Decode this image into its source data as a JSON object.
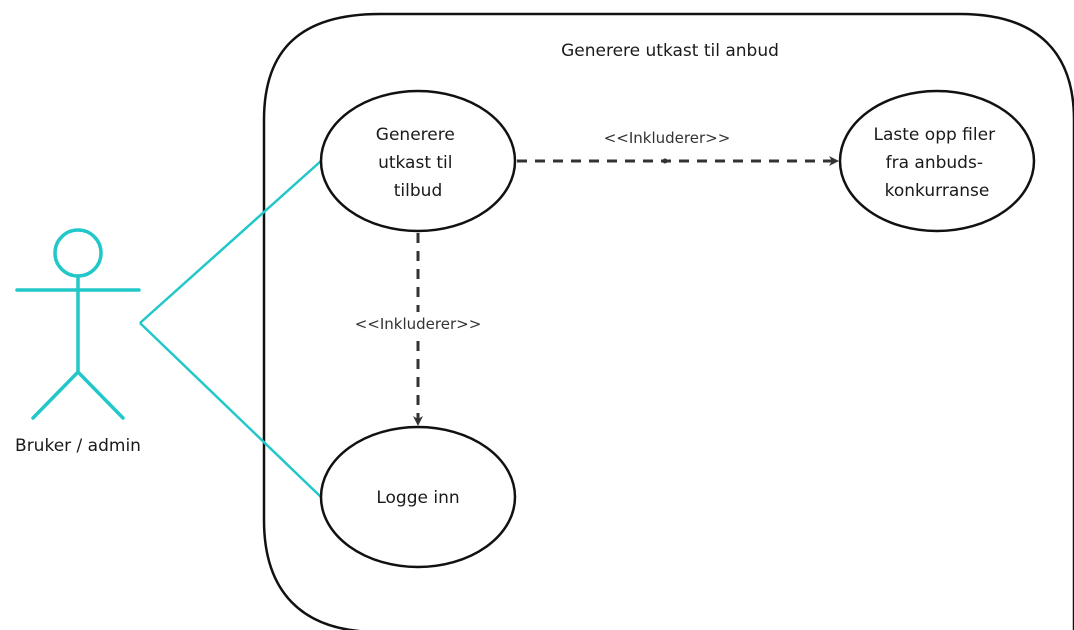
{
  "system": {
    "title": "Generere utkast til anbud"
  },
  "actor": {
    "label": "Bruker / admin",
    "color": "#22c7c9"
  },
  "use_cases": {
    "generate": {
      "lines": [
        "Generere",
        "utkast til",
        "tilbud"
      ]
    },
    "upload": {
      "lines": [
        "Laste opp filer",
        "fra anbuds-",
        "konkurranse"
      ]
    },
    "login": {
      "lines": [
        "Logge inn"
      ]
    }
  },
  "relations": {
    "include_upload": {
      "label": "<<Inkluderer>>"
    },
    "include_login": {
      "label": "<<Inkluderer>>"
    }
  },
  "colors": {
    "stroke": "#111111",
    "dashed": "#333333",
    "association": "#22c7c9"
  }
}
